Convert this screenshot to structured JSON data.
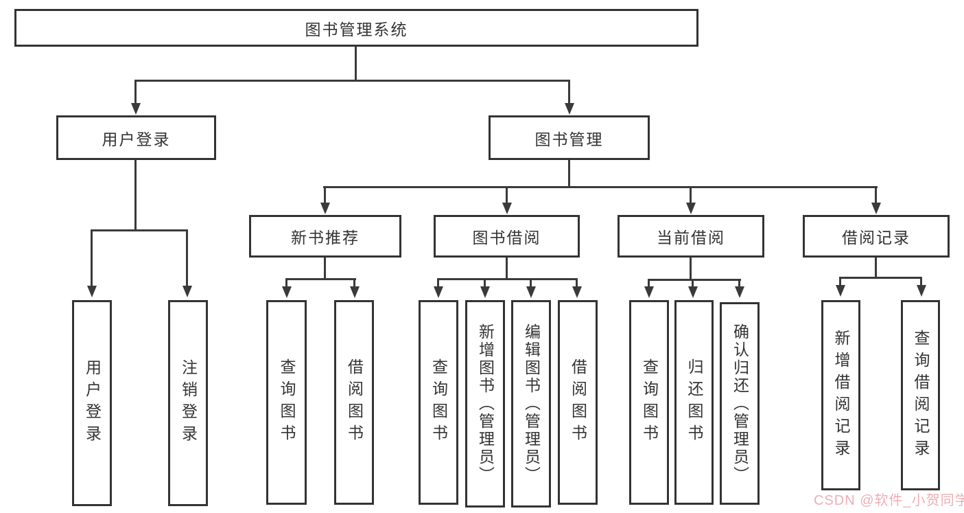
{
  "root": {
    "label": "图书管理系统"
  },
  "user_login": {
    "label": "用户登录",
    "children": [
      "用户登录",
      "注销登录"
    ]
  },
  "book_mgmt": {
    "label": "图书管理"
  },
  "new_book": {
    "label": "新书推荐",
    "children": [
      "查询图书",
      "借阅图书"
    ]
  },
  "book_borrow": {
    "label": "图书借阅",
    "children": [
      "查询图书",
      "新增图书（管理员）",
      "编辑图书（管理员）",
      "借阅图书"
    ]
  },
  "current_borrow": {
    "label": "当前借阅",
    "children": [
      "查询图书",
      "归还图书",
      "确认归还（管理员）"
    ]
  },
  "borrow_record": {
    "label": "借阅记录",
    "children": [
      "新增借阅记录",
      "查询借阅记录"
    ]
  },
  "watermark": {
    "text": "CSDN @软件_小贺同学"
  },
  "colors": {
    "line": "#3a3a3a",
    "box_border": "#333333",
    "text": "#333333",
    "watermark": "#eba6ab",
    "background": "#ffffff"
  }
}
